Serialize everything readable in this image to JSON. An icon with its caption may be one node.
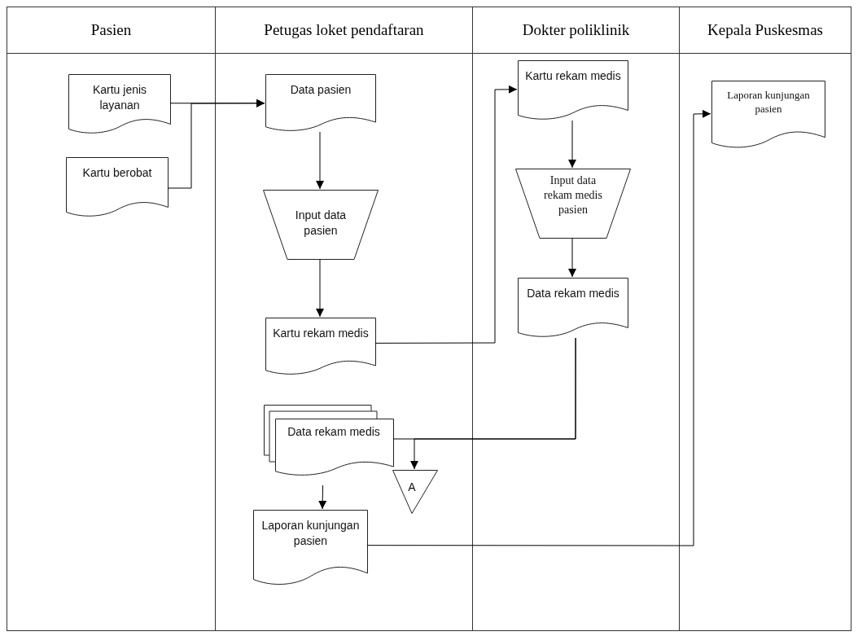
{
  "diagram": {
    "nodes": [
      {
        "text": [
          "Pasien"
        ]
      },
      {
        "text": [
          "Petugas loket pendaftaran"
        ]
      },
      {
        "text": [
          "Dokter poliklinik"
        ]
      },
      {
        "text": [
          "Kepala Puskesmas"
        ]
      },
      {
        "text": [
          "Kartu jenis layanan"
        ],
        "in": 0
      },
      {
        "text": [
          "Kartu berobat"
        ],
        "in": 0
      },
      {
        "text": [
          "Data pasien"
        ],
        "in": 1
      },
      {
        "text": [
          "Input  data pasien"
        ],
        "in": 1
      },
      {
        "text": [
          "Kartu rekam medis"
        ],
        "in": 1
      },
      {
        "text": [
          "Data rekam medis"
        ],
        "in": 1
      },
      {
        "text": [
          "A"
        ],
        "in": 1
      },
      {
        "text": [
          "Laporan kunjungan pasien"
        ],
        "in": 1
      },
      {
        "text": [
          "Kartu rekam medis"
        ],
        "in": 2
      },
      {
        "text": [
          "Input data rekam medis pasien"
        ],
        "in": 2
      },
      {
        "text": [
          "Data rekam medis"
        ],
        "in": 2
      },
      {
        "text": [
          "Laporan kunjungan pasien"
        ],
        "in": 3
      }
    ],
    "edges": [
      {
        "from": 4,
        "to": 6,
        "arrow": "to"
      },
      {
        "from": 5,
        "to": 6,
        "arrow": "to"
      },
      {
        "from": 6,
        "to": 7,
        "arrow": "to"
      },
      {
        "from": 7,
        "to": 8,
        "arrow": "to"
      },
      {
        "from": 8,
        "to": 12,
        "arrow": "to"
      },
      {
        "from": 12,
        "to": 13,
        "arrow": "to"
      },
      {
        "from": 13,
        "to": 14,
        "arrow": "to"
      },
      {
        "from": 14,
        "to": 9,
        "arrow": "none"
      },
      {
        "from": 14,
        "to": 10,
        "arrow": "to"
      },
      {
        "from": 9,
        "to": 11,
        "arrow": "to"
      },
      {
        "from": 11,
        "to": 15,
        "arrow": "to"
      }
    ]
  }
}
